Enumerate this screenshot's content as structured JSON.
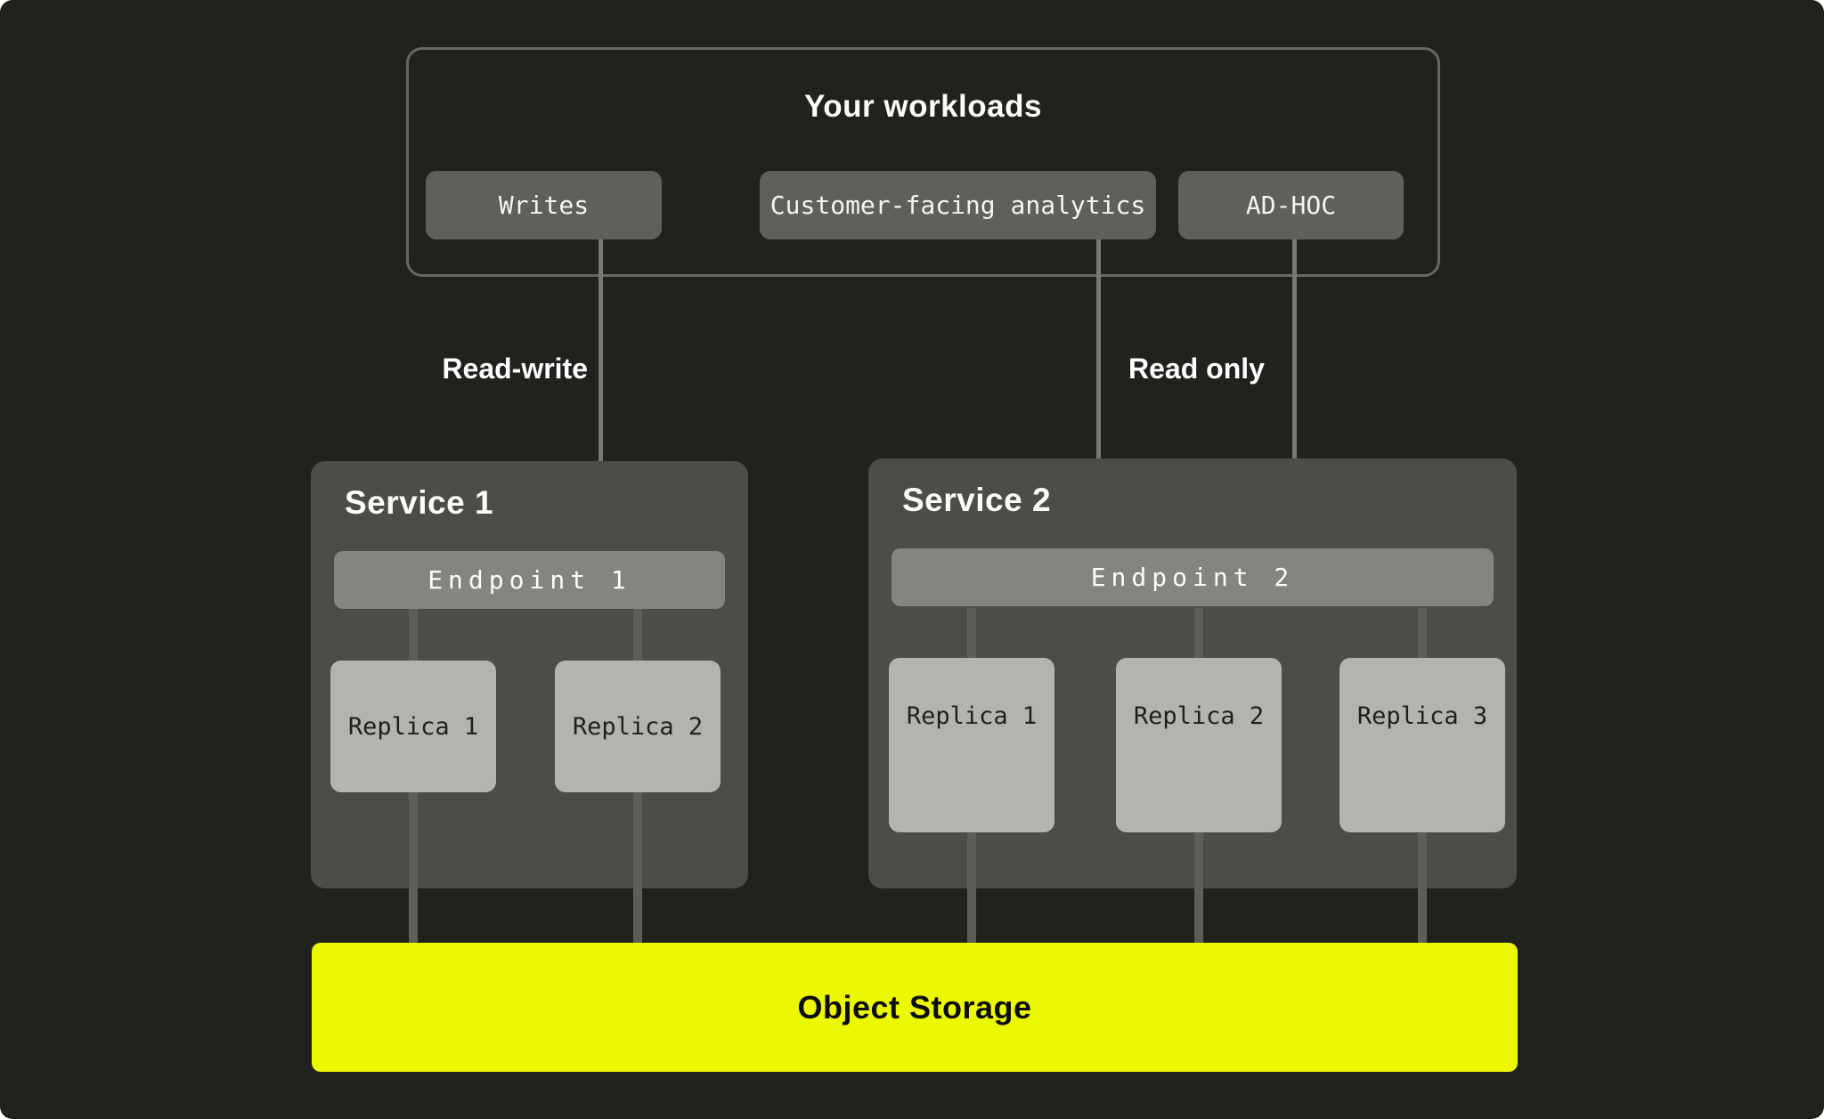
{
  "workloads": {
    "title": "Your workloads",
    "items": [
      {
        "label": "Writes"
      },
      {
        "label": "Customer-facing analytics"
      },
      {
        "label": "AD-HOC"
      }
    ]
  },
  "edges": {
    "read_write_label": "Read-write",
    "read_only_label": "Read only"
  },
  "services": [
    {
      "title": "Service 1",
      "endpoint": "Endpoint 1",
      "replicas": [
        "Replica 1",
        "Replica 2"
      ]
    },
    {
      "title": "Service 2",
      "endpoint": "Endpoint 2",
      "replicas": [
        "Replica 1",
        "Replica 2",
        "Replica 3"
      ]
    }
  ],
  "storage": {
    "label": "Object Storage"
  },
  "colors": {
    "page_background": "#ffffff",
    "panel_background": "#21211e",
    "workloads_border": "#676764",
    "chip_background": "#5f5f5c",
    "service_background": "#4c4c49",
    "endpoint_background": "#848481",
    "replica_background": "#b3b3b0",
    "connector_gray": "#5d5d59",
    "arrow_gray": "#787874",
    "storage_accent_yellow": "#ecf702"
  }
}
